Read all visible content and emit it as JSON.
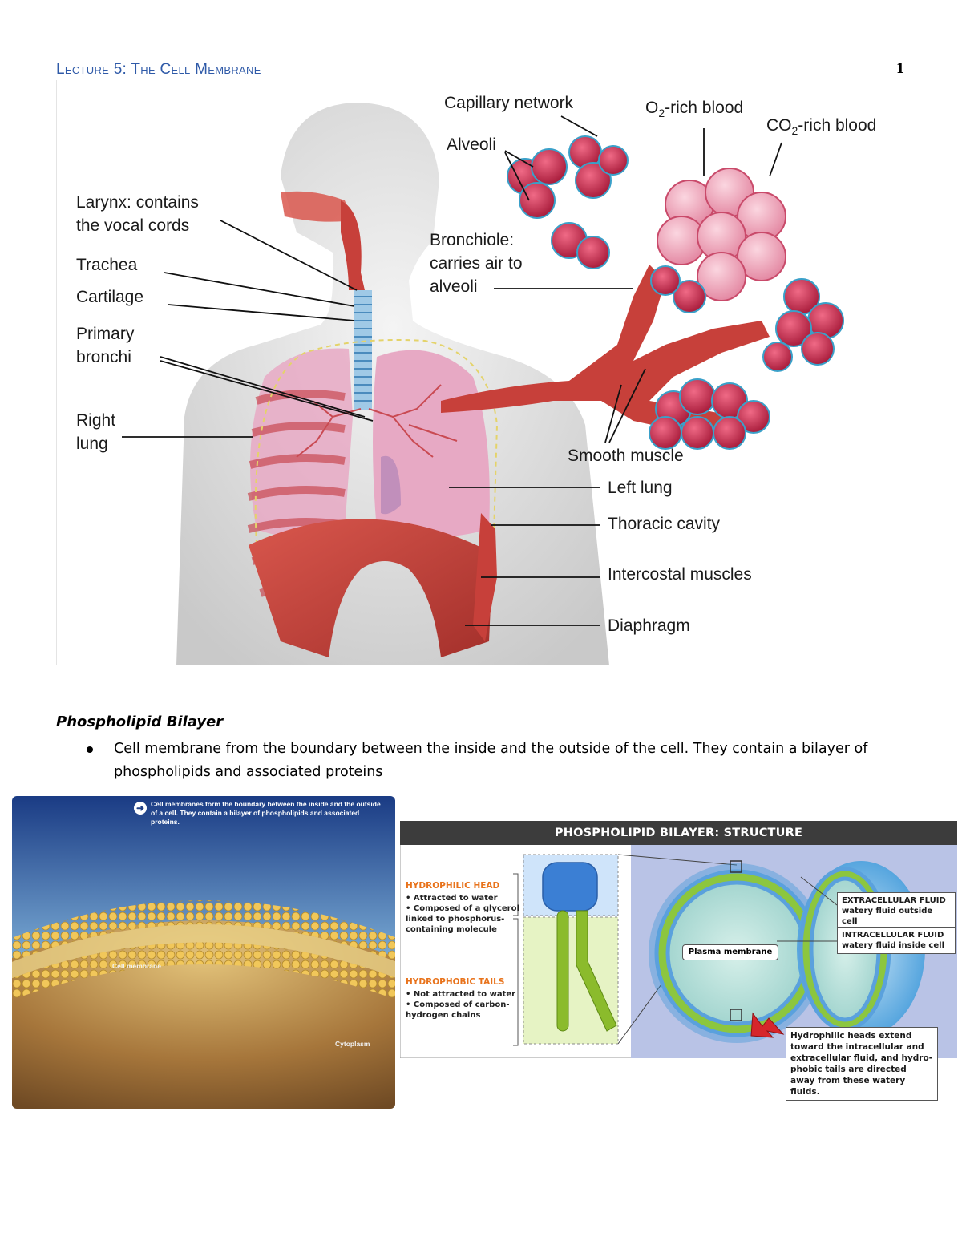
{
  "header": {
    "title": "Lecture 5: The Cell Membrane",
    "page_number": "1"
  },
  "respiratory_figure": {
    "labels": {
      "larynx": "Larynx: contains\nthe vocal cords",
      "trachea": "Trachea",
      "cartilage": "Cartilage",
      "primary_bronchi": "Primary\nbronchi",
      "right_lung": "Right\nlung",
      "capillary_network": "Capillary network",
      "alveoli": "Alveoli",
      "o2_blood_pre": "O",
      "o2_blood_sub": "2",
      "o2_blood_post": "-rich blood",
      "co2_blood_pre": "CO",
      "co2_blood_sub": "2",
      "co2_blood_post": "-rich blood",
      "bronchiole": "Bronchiole:\ncarries air to\nalveoli",
      "smooth_muscle": "Smooth muscle",
      "left_lung": "Left lung",
      "thoracic_cavity": "Thoracic cavity",
      "intercostal_muscles": "Intercostal muscles",
      "diaphragm": "Diaphragm"
    }
  },
  "section": {
    "heading": "Phospholipid Bilayer",
    "bullets": [
      "Cell membrane from the boundary between the inside and the outside of the cell. They contain a bilayer of phospholipids and associated proteins"
    ]
  },
  "membrane_photo": {
    "caption": "Cell membranes form the boundary between the inside and the outside of a cell. They contain a bilayer of phospholipids and associated proteins.",
    "cell_membrane_label": "Cell membrane",
    "cytoplasm_label": "Cytoplasm"
  },
  "bilayer_diagram": {
    "title": "PHOSPHOLIPID BILAYER: STRUCTURE",
    "hydrophilic_head": {
      "heading": "HYDROPHILIC HEAD",
      "points": [
        "Attracted to water",
        "Composed of a glycerol linked to phosphorus-containing molecule"
      ]
    },
    "hydrophobic_tails": {
      "heading": "HYDROPHOBIC TAILS",
      "points": [
        "Not attracted to water",
        "Composed of carbon-hydrogen chains"
      ]
    },
    "extracellular": {
      "title": "EXTRACELLULAR FLUID",
      "desc": "watery fluid outside cell"
    },
    "intracellular": {
      "title": "INTRACELLULAR FLUID",
      "desc": "watery fluid inside cell"
    },
    "plasma_membrane": "Plasma membrane",
    "note": "Hydrophilic heads extend toward the intracellular and extracellular fluid, and hydro-phobic tails are directed away from these watery fluids."
  },
  "colors": {
    "header_blue": "#2F5AA8",
    "muscle_red": "#C7403A",
    "lung_pink": "#E7A9C4",
    "trachea_blue": "#9FC9E6",
    "membrane_green": "#9BC53D",
    "head_blue": "#3B7FD4",
    "orange_heading": "#E8731C"
  }
}
